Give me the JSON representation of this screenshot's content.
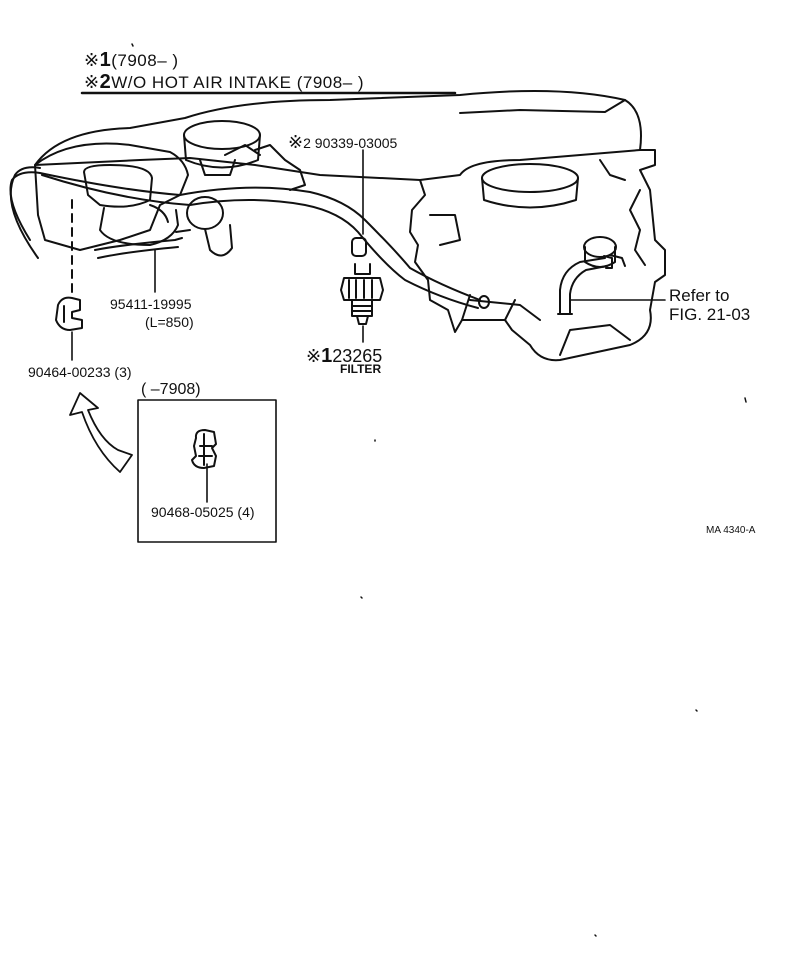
{
  "header": {
    "line1": {
      "mark": "※",
      "num": "1",
      "text": "(7908–      )"
    },
    "line2": {
      "mark": "※",
      "num": "2",
      "text": "W/O  HOT  AIR  INTAKE  (7908–       )"
    }
  },
  "callouts": {
    "part_90339": {
      "mark": "※",
      "num": "2",
      "code": "90339-03005"
    },
    "part_95411": {
      "code": "95411-19995",
      "length": "(L=850)"
    },
    "part_90464": {
      "code": "90464-00233 (3)"
    },
    "part_23265": {
      "mark": "※",
      "num": "1",
      "code": "23265",
      "desc": "FILTER"
    },
    "reference": {
      "line1": "Refer to",
      "line2": "FIG. 21-03"
    }
  },
  "inset": {
    "title": "(        –7908)",
    "part_code": "90468-05025 (4)"
  },
  "figure_id": "MA  4340-A"
}
